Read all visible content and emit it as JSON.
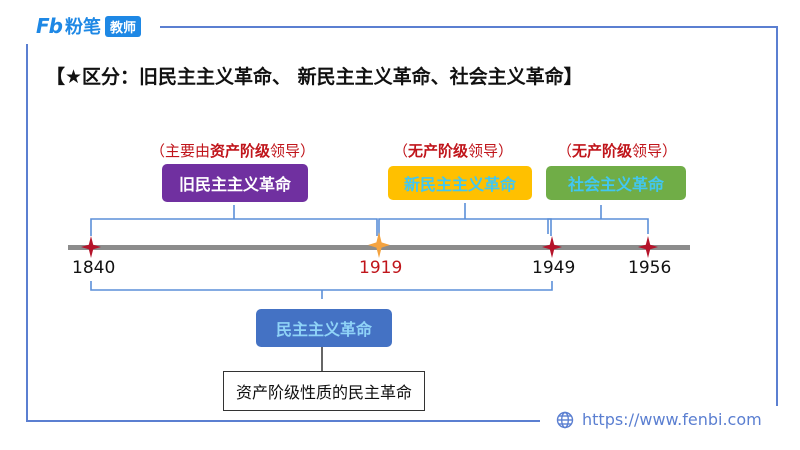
{
  "brand": {
    "logo_mark": "Fb",
    "name": "粉笔",
    "badge": "教师"
  },
  "title": "【★区分：旧民主主义革命、 新民主主义革命、社会主义革命】",
  "periods": [
    {
      "note_open": "（主要由",
      "note_bold": "资产阶级",
      "note_close": "领导）",
      "label": "旧民主主义革命",
      "color": "#7030a0"
    },
    {
      "note_open": "（",
      "note_bold": "无产阶级",
      "note_close": "领导）",
      "label": "新民主主义革命",
      "color": "#ffc000"
    },
    {
      "note_open": "（",
      "note_bold": "无产阶级",
      "note_close": "领导）",
      "label": "社会主义革命",
      "color": "#70ad47"
    }
  ],
  "years": [
    "1840",
    "1919",
    "1949",
    "1956"
  ],
  "democratic": {
    "label": "民主主义革命",
    "nature": "资产阶级性质的民主革命"
  },
  "footer": {
    "url": "https://www.fenbi.com",
    "icon": "globe-icon"
  },
  "colors": {
    "frame": "#5b7fd1",
    "accent_red": "#c0151b",
    "bracket": "#5b8fd8",
    "star_dark": "#b5132a",
    "star_orange": "#f4a340"
  }
}
